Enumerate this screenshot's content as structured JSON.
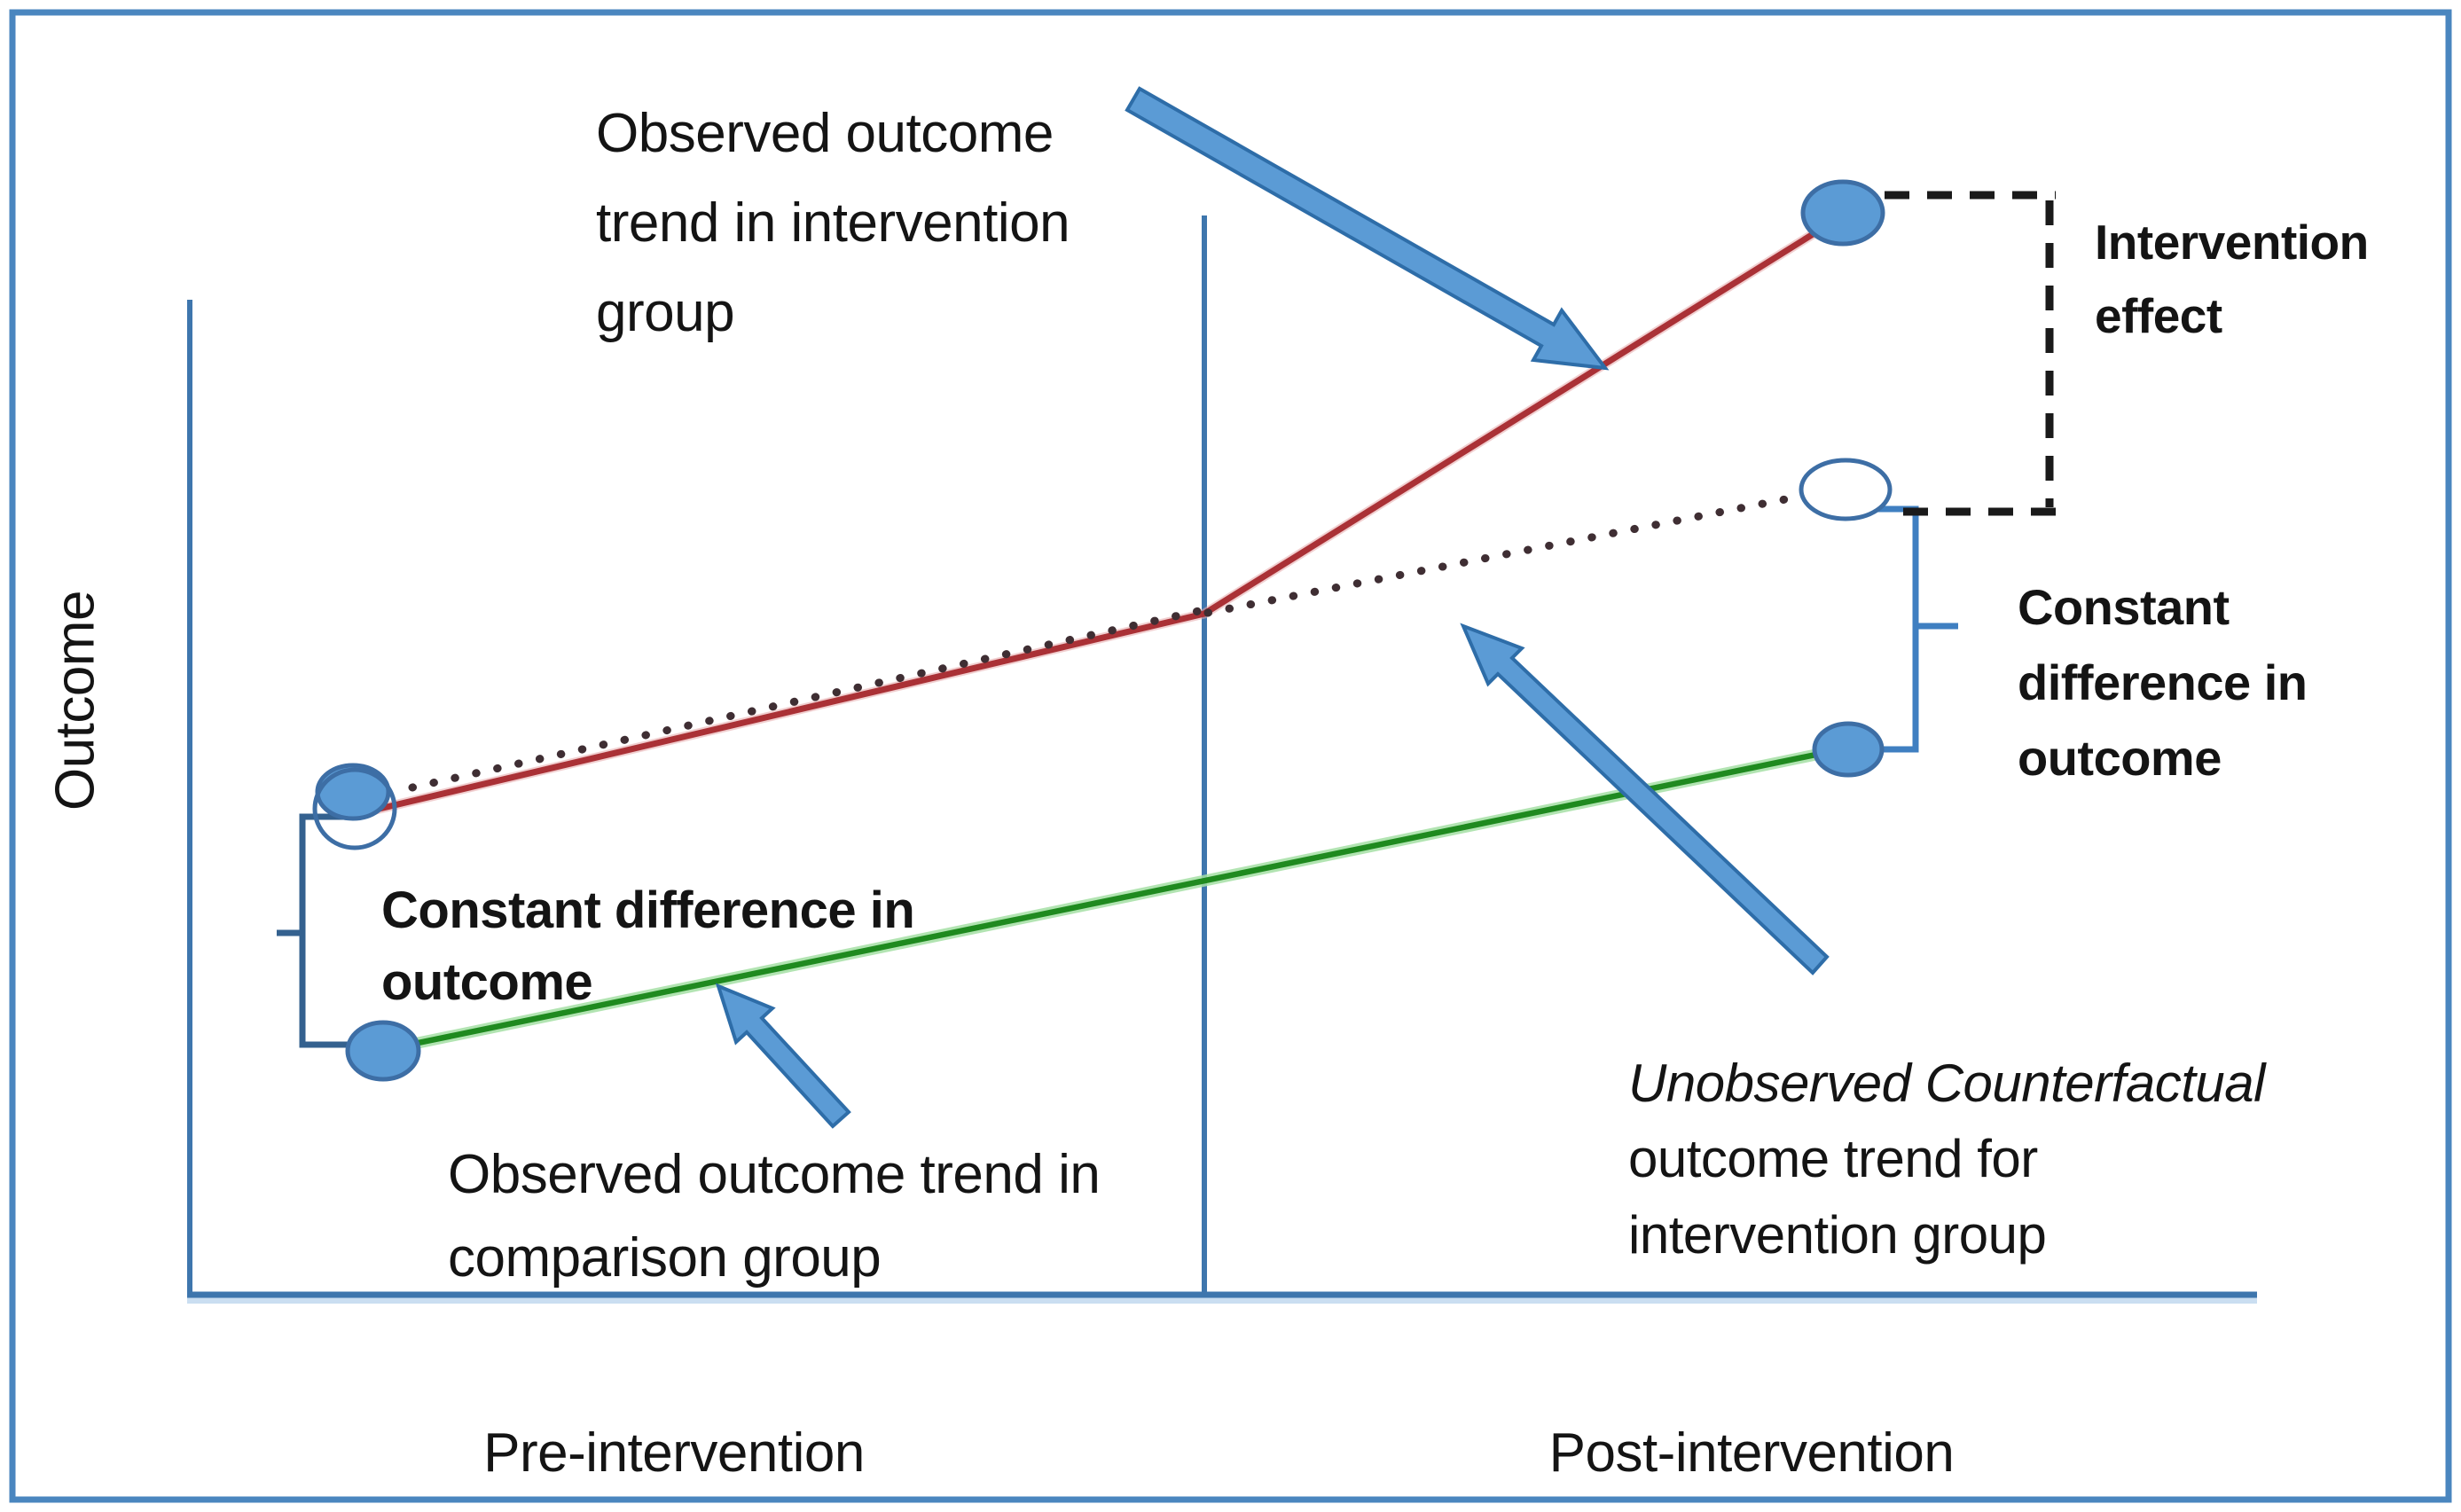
{
  "figure": {
    "type": "difference-in-differences concept diagram",
    "periods": [
      "Pre-intervention",
      "Post-intervention"
    ],
    "series": [
      {
        "name": "Observed outcome trend in intervention group",
        "style": "solid",
        "color": "#AA3136",
        "markers": [
          "filled blue ellipse (pre)",
          "filled blue ellipse (post)"
        ],
        "shape": "rises gently pre-intervention, kinks upward steeply post-intervention"
      },
      {
        "name": "Unobserved Counterfactual outcome trend for intervention group",
        "style": "dotted",
        "color": "#3F2E33",
        "markers": [
          "open circle (pre)",
          "open circle (post)"
        ],
        "shape": "continues pre-intervention slope through post period"
      },
      {
        "name": "Observed outcome trend in comparison group",
        "style": "solid",
        "color": "#1F8A1F",
        "markers": [
          "filled blue ellipse (pre)",
          "filled blue ellipse (post)"
        ],
        "shape": "straight gentle rise across both periods, parallel to counterfactual"
      }
    ],
    "effect_brackets": [
      {
        "label": "Intervention effect",
        "style": "black dashed bracket",
        "location": "between observed intervention endpoint and counterfactual endpoint"
      },
      {
        "label": "Constant difference in outcome",
        "style": "blue bracket",
        "location": "pre-intervention, between intervention and comparison start points"
      },
      {
        "label": "Constant difference in outcome",
        "style": "blue bracket",
        "location": "post-intervention, between counterfactual and comparison end points"
      }
    ]
  },
  "axes": {
    "y_label": "Outcome",
    "x_pre_label": "Pre-intervention",
    "x_post_label": "Post-intervention"
  },
  "annotations": {
    "observed_intervention": "Observed outcome\ntrend in intervention\ngroup",
    "intervention_effect": "Intervention\neffect",
    "constant_difference_right": "Constant\ndifference in\noutcome",
    "constant_difference_left": "Constant difference in\noutcome",
    "observed_comparison": "Observed outcome trend in\ncomparison group",
    "counterfactual_italic": "Unobserved Counterfactual",
    "counterfactual_rest": "\noutcome trend for\nintervention group"
  },
  "icons": {
    "arrows": [
      "pointer-arrow to intervention trend",
      "pointer-arrow to comparison trend",
      "pointer-arrow to counterfactual trend"
    ]
  },
  "colors": {
    "accent_blue": "#5B9BD5",
    "accent_blue_dark": "#3D6EA5",
    "axis_blue": "#3E76AD",
    "bracket_blue": "#34618F",
    "red_line": "#AA3136",
    "green_line": "#1F8A1F",
    "dash_black": "#1A1A1A",
    "border_blue": "#4A86BF",
    "text": "#141414"
  }
}
